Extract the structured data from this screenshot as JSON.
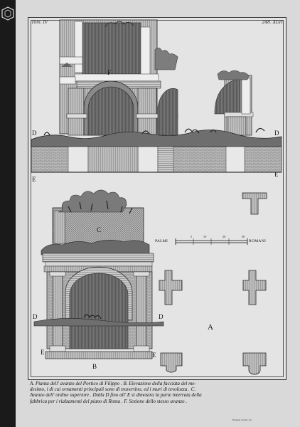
{
  "plate": {
    "volume": "Tom. IV",
    "number": "248. XLVI"
  },
  "elevation_labels": {
    "f": "F",
    "d_left": "D",
    "d_right": "D",
    "e_left": "E",
    "e_right": "E"
  },
  "plan_labels": {
    "c": "C",
    "d_left": "D",
    "d_right": "D",
    "e_left": "E",
    "e_right": "E",
    "b": "B",
    "a": "A"
  },
  "scale": {
    "left": "PALMI",
    "right": "ROMANI",
    "ticks": [
      "5",
      "10",
      "20",
      "30"
    ]
  },
  "caption": {
    "lines": [
      "A. Pianta dell' avanzo del Portico di Filippo . B. Elevazione della facciata del me-",
      "desimo, i di cui ornamenti principali sono di travertino, ed i muri di tevolozza . C.",
      "Avanzo dell' ordine superiore . Dalla D fino all' E si dimostra la parte interrata della",
      "fabbrica per i rialzamenti del piano di Roma . F. Sezione dello stesso avanzo ."
    ],
    "signature": "Piranesi Archit. fec."
  }
}
